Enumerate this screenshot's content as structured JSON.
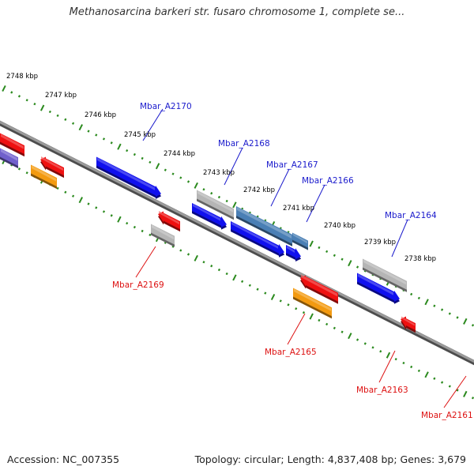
{
  "title": "Methanosarcina barkeri str. fusaro chromosome 1, complete se...",
  "footer": {
    "accession": "Accession: NC_007355",
    "stats": "Topology: circular; Length: 4,837,408 bp; Genes: 3,679"
  },
  "colors": {
    "backbone": "#7d7d7d",
    "tick": "#2b8a1e",
    "forward_gene": "#1010ee",
    "reverse_gene": "#ee1010",
    "grey_gene": "#b5b5b5",
    "steel_gene": "#4a7fb5",
    "orange_gene": "#f39a10",
    "purple_gene": "#7060cc",
    "forward_label": "#1a1acc",
    "reverse_label": "#dd1111"
  },
  "scale_labels": [
    "2748 kbp",
    "2747 kbp",
    "2746 kbp",
    "2745 kbp",
    "2744 kbp",
    "2743 kbp",
    "2742 kbp",
    "2741 kbp",
    "2740 kbp",
    "2739 kbp",
    "2738 kbp"
  ],
  "gene_labels": {
    "forward": [
      "Mbar_A2170",
      "Mbar_A2168",
      "Mbar_A2167",
      "Mbar_A2166",
      "Mbar_A2164"
    ],
    "reverse": [
      "Mbar_A2169",
      "Mbar_A2165",
      "Mbar_A2163",
      "Mbar_A2161"
    ]
  }
}
